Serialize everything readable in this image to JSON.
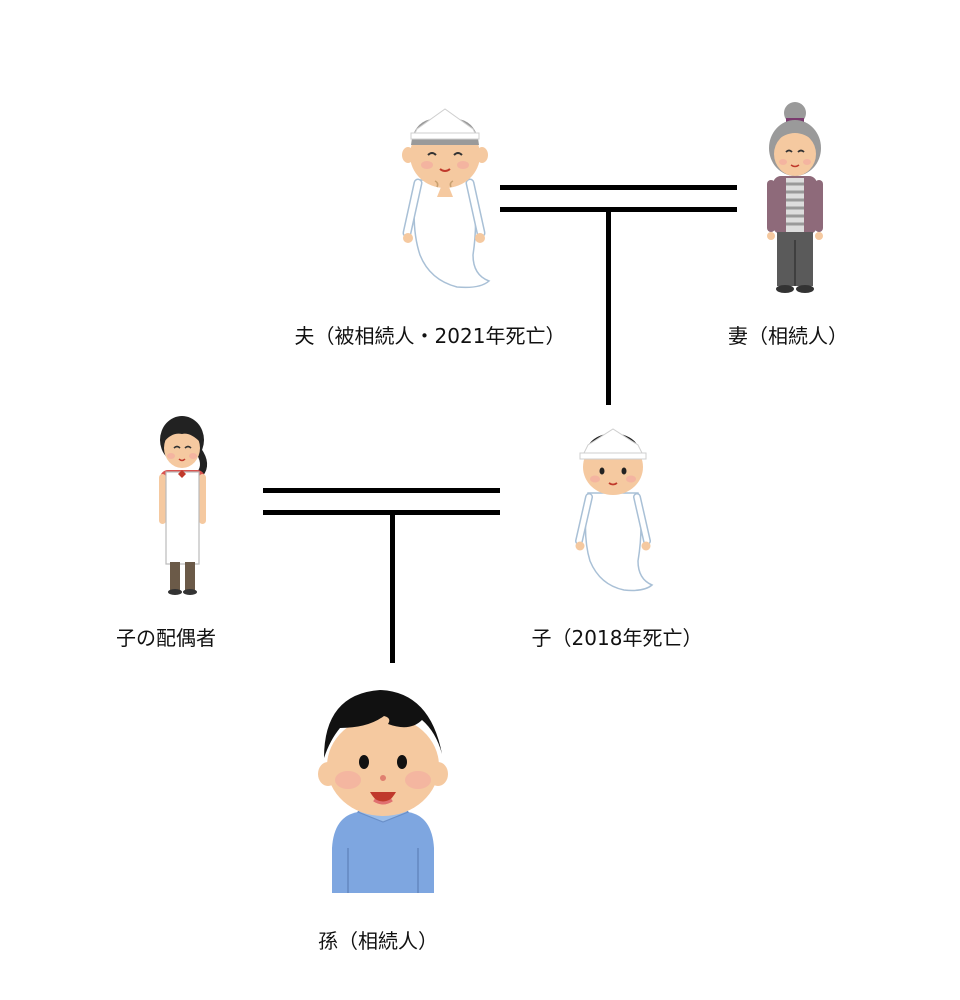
{
  "people": {
    "husband": {
      "label": "夫（被相続人・2021年死亡）",
      "icon": "ghost-old-man-icon"
    },
    "wife": {
      "label": "妻（相続人）",
      "icon": "old-woman-icon"
    },
    "child": {
      "label": "子（2018年死亡）",
      "icon": "ghost-young-man-icon"
    },
    "child_spouse": {
      "label": "子の配偶者",
      "icon": "woman-apron-icon"
    },
    "grandchild": {
      "label": "孫（相続人）",
      "icon": "boy-icon"
    }
  }
}
